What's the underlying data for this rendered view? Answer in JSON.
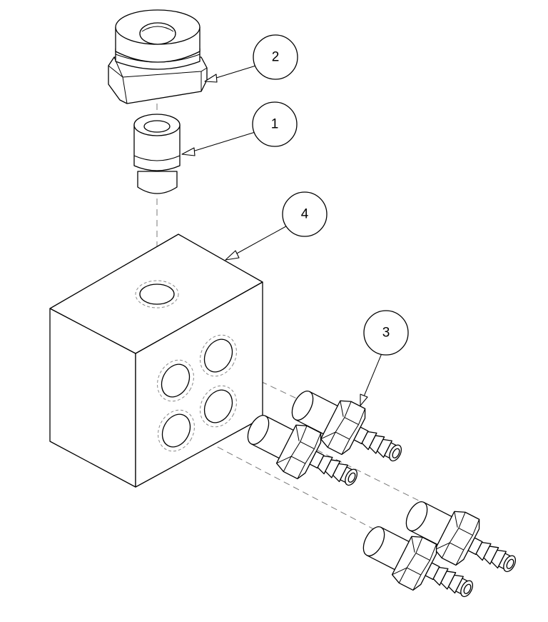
{
  "balloons": [
    {
      "id": "balloon-2",
      "label": "2"
    },
    {
      "id": "balloon-1",
      "label": "1"
    },
    {
      "id": "balloon-4",
      "label": "4"
    },
    {
      "id": "balloon-3",
      "label": "3"
    }
  ]
}
